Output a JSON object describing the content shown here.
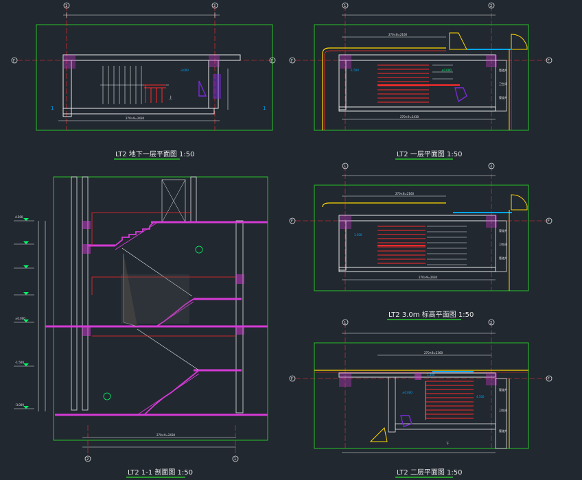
{
  "titles": {
    "basement": "LT2 地下一层平面图 1:50",
    "first": "LT2 一层平面图 1:50",
    "mezz": "LT2 3.0m 标高平面图 1:50",
    "section": "LT2 1-1 剖面图 1:50",
    "second": "LT2 二层平面图 1:50"
  },
  "axes": {
    "one": "1",
    "two": "2",
    "f": "F"
  },
  "labels": {
    "up": "上",
    "down": "下",
    "elev_basement": "-3.000",
    "elev_first": "±0.000",
    "elev_mezz": "1.500",
    "elev_second": "4.500",
    "elev_neg1": "-1.500",
    "stair_dim": "270×9=2430",
    "stair_dim2": "270×8=2160",
    "well": "管道井",
    "room": "卫生间"
  },
  "colors": {
    "bg": "#212830",
    "frame": "#29c229",
    "wall": "#e8e8e8",
    "stair": "#ff2a2a",
    "hatch": "#d43ad4",
    "dim": "#e8e8e8",
    "axis": "#ff3030",
    "door": "#ffd800",
    "win": "#00a6ff",
    "text_green": "#00ff66",
    "purple": "#7a2ad8"
  }
}
